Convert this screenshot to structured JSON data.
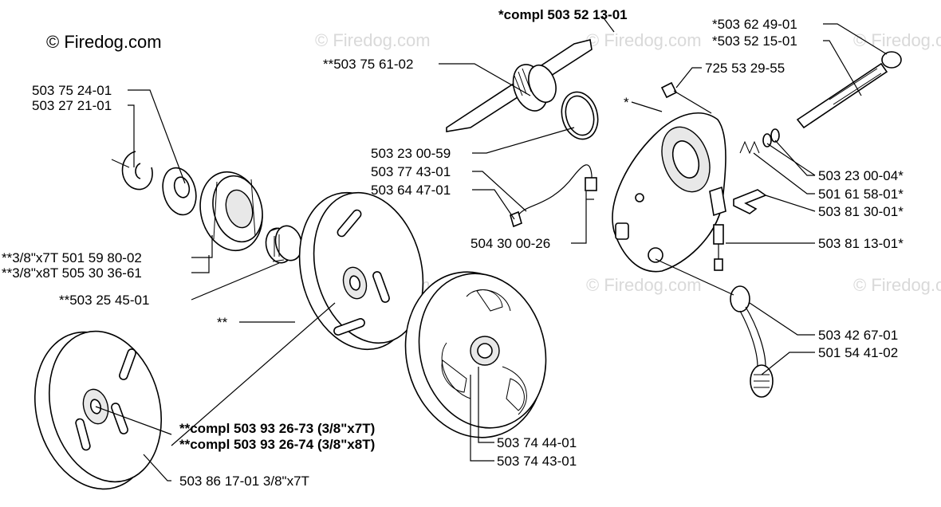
{
  "copyright": "© Firedog.com",
  "watermark": "© Firedog.com",
  "labels": {
    "compl_top": "*compl 503 52 13-01",
    "p503756102": "**503 75 61-02",
    "p503752401": "503 75 24-01",
    "p503272101": "503 27 21-01",
    "p501598002": "**3/8\"x7T 501 59 80-02",
    "p505303661": "**3/8\"x8T 505 30 36-61",
    "p503254501": "**503 25 45-01",
    "double_star": "**",
    "compl_73": "**compl 503 93 26-73 (3/8\"x7T)",
    "compl_74": "**compl 503 93 26-74 (3/8\"x8T)",
    "p503861701": "503 86 17-01 3/8\"x7T",
    "p503744401": "503 74 44-01",
    "p503744301": "503 74 43-01",
    "p503230059": "503 23 00-59",
    "p503774301": "503 77 43-01",
    "p503644701": "503 64 47-01",
    "p504300026": "504 30 00-26",
    "p503624901": "*503 62 49-01",
    "p503521501": "*503 52 15-01",
    "p725532955": "725 53 29-55",
    "star": "*",
    "p503230004": "503 23 00-04*",
    "p501615801": "501 61 58-01*",
    "p503813001": "503 81 30-01*",
    "p503811301": "503 81 13-01*",
    "p503426701": "503 42 67-01",
    "p501544102": "501 54 41-02"
  }
}
